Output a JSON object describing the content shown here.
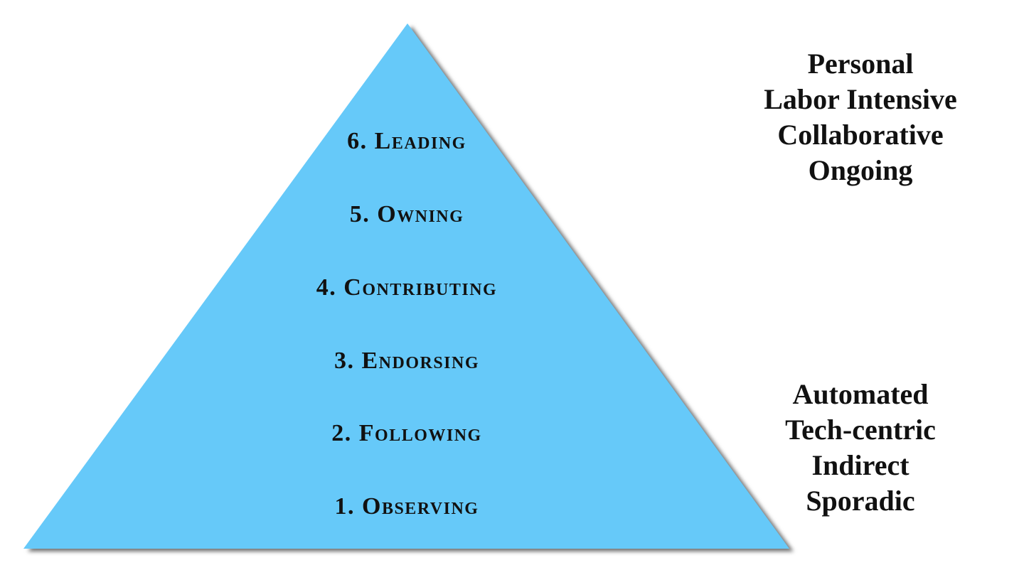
{
  "pyramid": {
    "fill_color": "#66C9F9",
    "shadow_color": "#5A5A5A",
    "levels": [
      {
        "label": "6. Leading"
      },
      {
        "label": "5. Owning"
      },
      {
        "label": "4. Contributing"
      },
      {
        "label": "3. Endorsing"
      },
      {
        "label": "2. Following"
      },
      {
        "label": "1. Observing"
      }
    ]
  },
  "annotations": {
    "top_right": {
      "lines": [
        "Personal",
        "Labor Intensive",
        "Collaborative",
        "Ongoing"
      ]
    },
    "bottom_right": {
      "lines": [
        "Automated",
        "Tech-centric",
        "Indirect",
        "Sporadic"
      ]
    }
  },
  "text_color": "#111111",
  "background_color": "#FFFFFF"
}
